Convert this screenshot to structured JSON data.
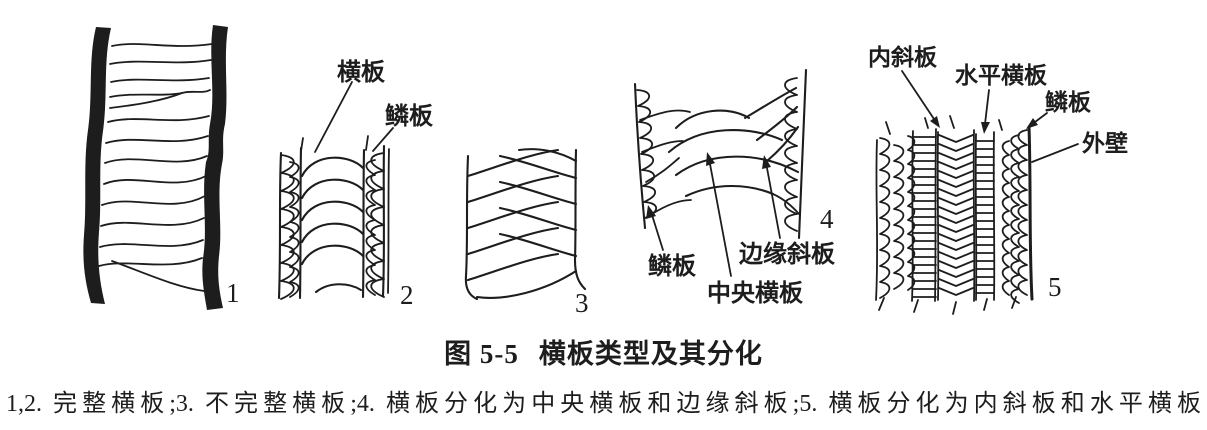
{
  "page": {
    "background": "#ffffff",
    "ink": "#1d1d1d"
  },
  "figure": {
    "caption_prefix": "图 5-5",
    "caption_title": "横板类型及其分化",
    "legend": "1,2. 完整横板;3. 不完整横板;4. 横板分化为中央横板和边缘斜板;5. 横板分化为内斜板和水平横板",
    "panels": [
      {
        "number": "1",
        "labels": {}
      },
      {
        "number": "2",
        "labels": {
          "tabula": "横板",
          "dissepiment": "鳞板"
        }
      },
      {
        "number": "3",
        "labels": {}
      },
      {
        "number": "4",
        "labels": {
          "dissepiment": "鳞板",
          "central_tabula": "中央横板",
          "peripheral_inclined_plate": "边缘斜板"
        }
      },
      {
        "number": "5",
        "labels": {
          "inner_inclined_plate": "内斜板",
          "horizontal_tabula": "水平横板",
          "dissepiment": "鳞板",
          "outer_wall": "外壁"
        }
      }
    ]
  }
}
